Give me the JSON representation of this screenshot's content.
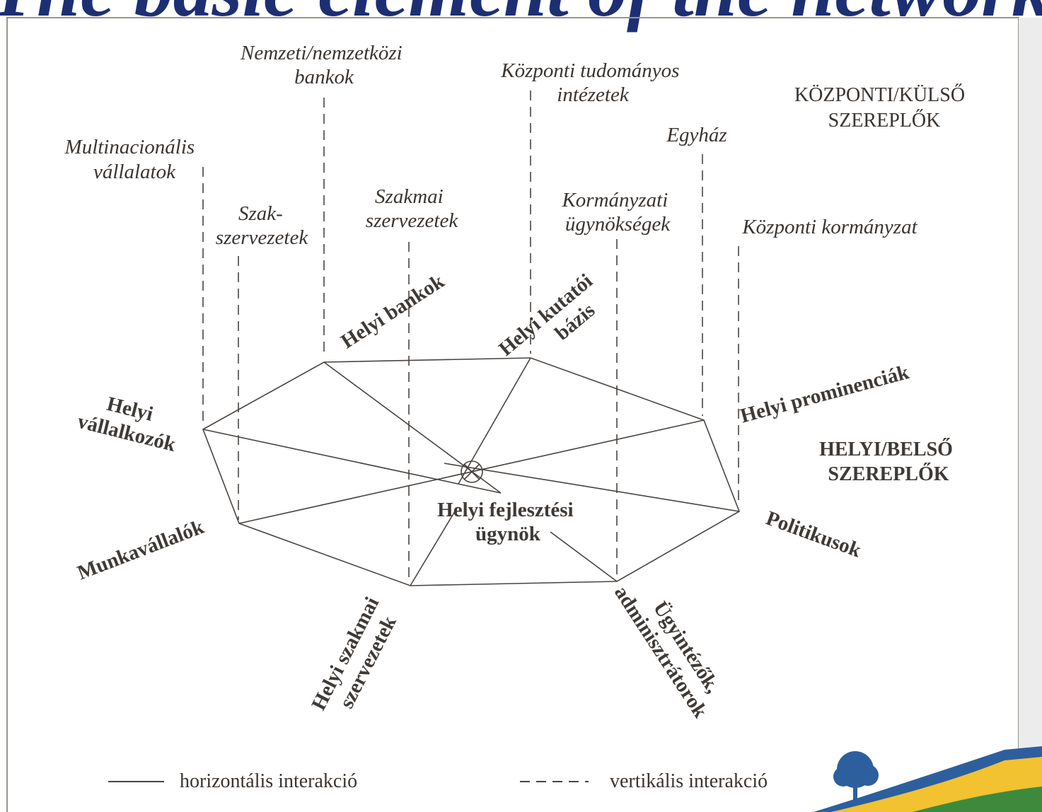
{
  "header": {
    "title": "The basic element of the network"
  },
  "groups": {
    "external": [
      "KÖZPONTI/KÜLSŐ",
      "SZEREPLŐK"
    ],
    "internal": [
      "HELYI/BELSŐ",
      "SZEREPLŐK"
    ]
  },
  "central_node": {
    "lines": [
      "Helyi fejlesztési",
      "ügynök"
    ]
  },
  "local_nodes": [
    {
      "id": "vallalkozok",
      "lines": [
        "Helyi",
        "vállalkozók"
      ]
    },
    {
      "id": "bankok",
      "lines": [
        "Helyi bankok"
      ]
    },
    {
      "id": "kutatoi",
      "lines": [
        "Helyi kutatói",
        "bázis"
      ]
    },
    {
      "id": "prominenciak",
      "lines": [
        "Helyi prominenciák"
      ]
    },
    {
      "id": "politikusok",
      "lines": [
        "Politikusok"
      ]
    },
    {
      "id": "ugyintezok",
      "lines": [
        "Ügyintézők,",
        "adminisztrátorok"
      ]
    },
    {
      "id": "szakmai",
      "lines": [
        "Helyi szakmai",
        "szervezetek"
      ]
    },
    {
      "id": "munkavallalok",
      "lines": [
        "Munkavállalók"
      ]
    }
  ],
  "external_nodes": [
    {
      "id": "multinacionalis",
      "lines": [
        "Multinacionális",
        "vállalatok"
      ]
    },
    {
      "id": "szakszervezetek",
      "lines": [
        "Szak-",
        "szervezetek"
      ]
    },
    {
      "id": "bankok-kulso",
      "lines": [
        "Nemzeti/nemzetközi",
        "bankok"
      ]
    },
    {
      "id": "szakmai-kulso",
      "lines": [
        "Szakmai",
        "szervezetek"
      ]
    },
    {
      "id": "tudomanyos",
      "lines": [
        "Központi tudományos",
        "intézetek"
      ]
    },
    {
      "id": "kormanyzati",
      "lines": [
        "Kormányzati",
        "ügynökségek"
      ]
    },
    {
      "id": "egyhaz",
      "lines": [
        "Egyház"
      ]
    },
    {
      "id": "kozponti-korm",
      "lines": [
        "Központi kormányzat"
      ]
    }
  ],
  "legend": {
    "horizontal": "horizontális interakció",
    "vertical": "vertikális interakció"
  },
  "colors": {
    "line": "#4a4440",
    "title": "#1d2f73",
    "accent": "#f2c230",
    "tree": "#2d5f9e"
  }
}
